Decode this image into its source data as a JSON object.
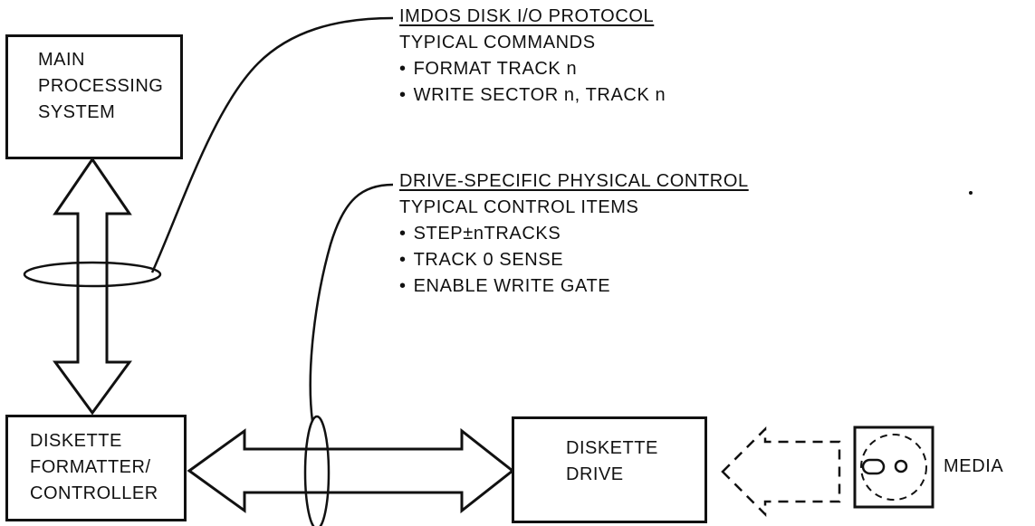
{
  "boxes": {
    "main_processing": [
      "MAIN",
      "PROCESSING",
      "SYSTEM"
    ],
    "formatter": [
      "DISKETTE",
      "FORMATTER/",
      "CONTROLLER"
    ],
    "drive": [
      "DISKETTE",
      "DRIVE"
    ]
  },
  "imdos_note": {
    "heading": "IMDOS DISK I/O PROTOCOL",
    "subheading": "TYPICAL COMMANDS",
    "items": [
      "FORMAT TRACK n",
      "WRITE SECTOR n, TRACK n"
    ]
  },
  "drive_note": {
    "heading": "DRIVE-SPECIFIC PHYSICAL CONTROL",
    "subheading": "TYPICAL CONTROL ITEMS",
    "items": [
      "STEP±nTRACKS",
      "TRACK 0 SENSE",
      "ENABLE WRITE GATE"
    ]
  },
  "media_label": "MEDIA"
}
